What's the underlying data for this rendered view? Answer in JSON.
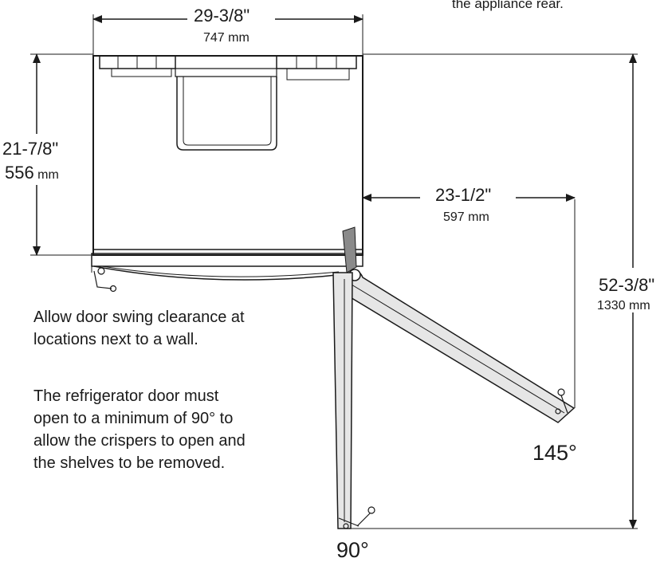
{
  "top_note": "the appliance rear.",
  "dimensions": {
    "width": {
      "imperial": "29-3/8\"",
      "metric": "747 mm"
    },
    "depth": {
      "imperial": "21-7/8\"",
      "metric_value": "556",
      "metric_unit": "mm"
    },
    "door_depth": {
      "imperial": "23-1/2\"",
      "metric": "597 mm"
    },
    "total_depth": {
      "imperial": "52-3/8\"",
      "metric": "1330 mm"
    }
  },
  "angles": {
    "open_145": "145°",
    "open_90": "90°"
  },
  "notes": {
    "clearance": "Allow door swing clearance at\nlocations next to a wall.",
    "minimum_opening": "The refrigerator door must\nopen to a minimum of 90° to\nallow the crispers to open and\nthe shelves to be removed."
  },
  "colors": {
    "line": "#1a1a1a",
    "door_fill": "#e6e6e6",
    "handle": "#8a8a8a"
  }
}
